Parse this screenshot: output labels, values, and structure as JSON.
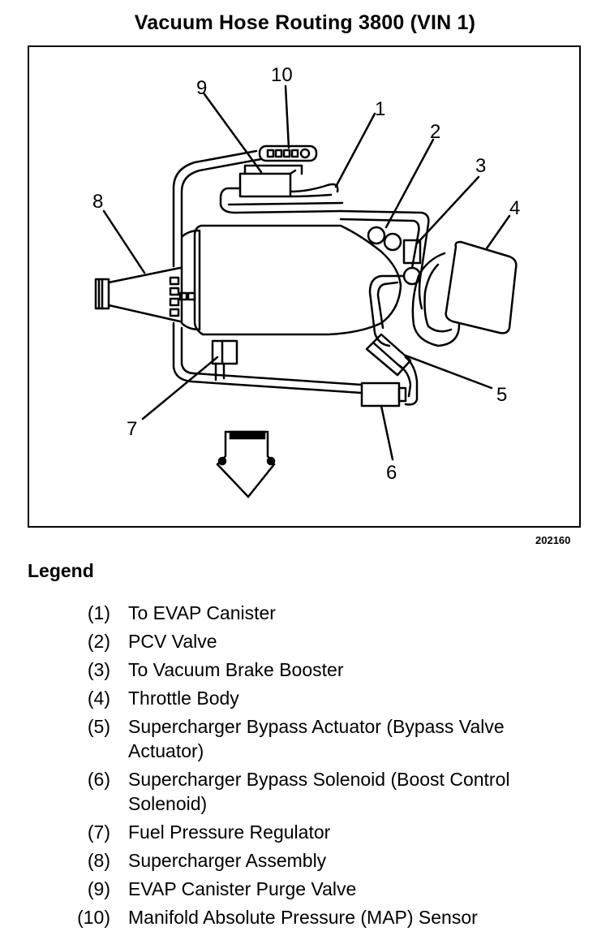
{
  "title": "Vacuum Hose Routing 3800 (VIN 1)",
  "figure_number": "202160",
  "callouts": {
    "c1": "1",
    "c2": "2",
    "c3": "3",
    "c4": "4",
    "c5": "5",
    "c6": "6",
    "c7": "7",
    "c8": "8",
    "c9": "9",
    "c10": "10"
  },
  "legend": {
    "heading": "Legend",
    "items": [
      {
        "num": "(1)",
        "text": "To EVAP Canister"
      },
      {
        "num": "(2)",
        "text": "PCV Valve"
      },
      {
        "num": "(3)",
        "text": "To Vacuum Brake Booster"
      },
      {
        "num": "(4)",
        "text": "Throttle Body"
      },
      {
        "num": "(5)",
        "text": "Supercharger Bypass Actuator (Bypass Valve Actuator)"
      },
      {
        "num": "(6)",
        "text": "Supercharger Bypass Solenoid (Boost Control Solenoid)"
      },
      {
        "num": "(7)",
        "text": "Fuel Pressure Regulator"
      },
      {
        "num": "(8)",
        "text": "Supercharger Assembly"
      },
      {
        "num": "(9)",
        "text": "EVAP Canister Purge Valve"
      },
      {
        "num": "(10)",
        "text": "Manifold Absolute Pressure (MAP) Sensor"
      }
    ]
  }
}
